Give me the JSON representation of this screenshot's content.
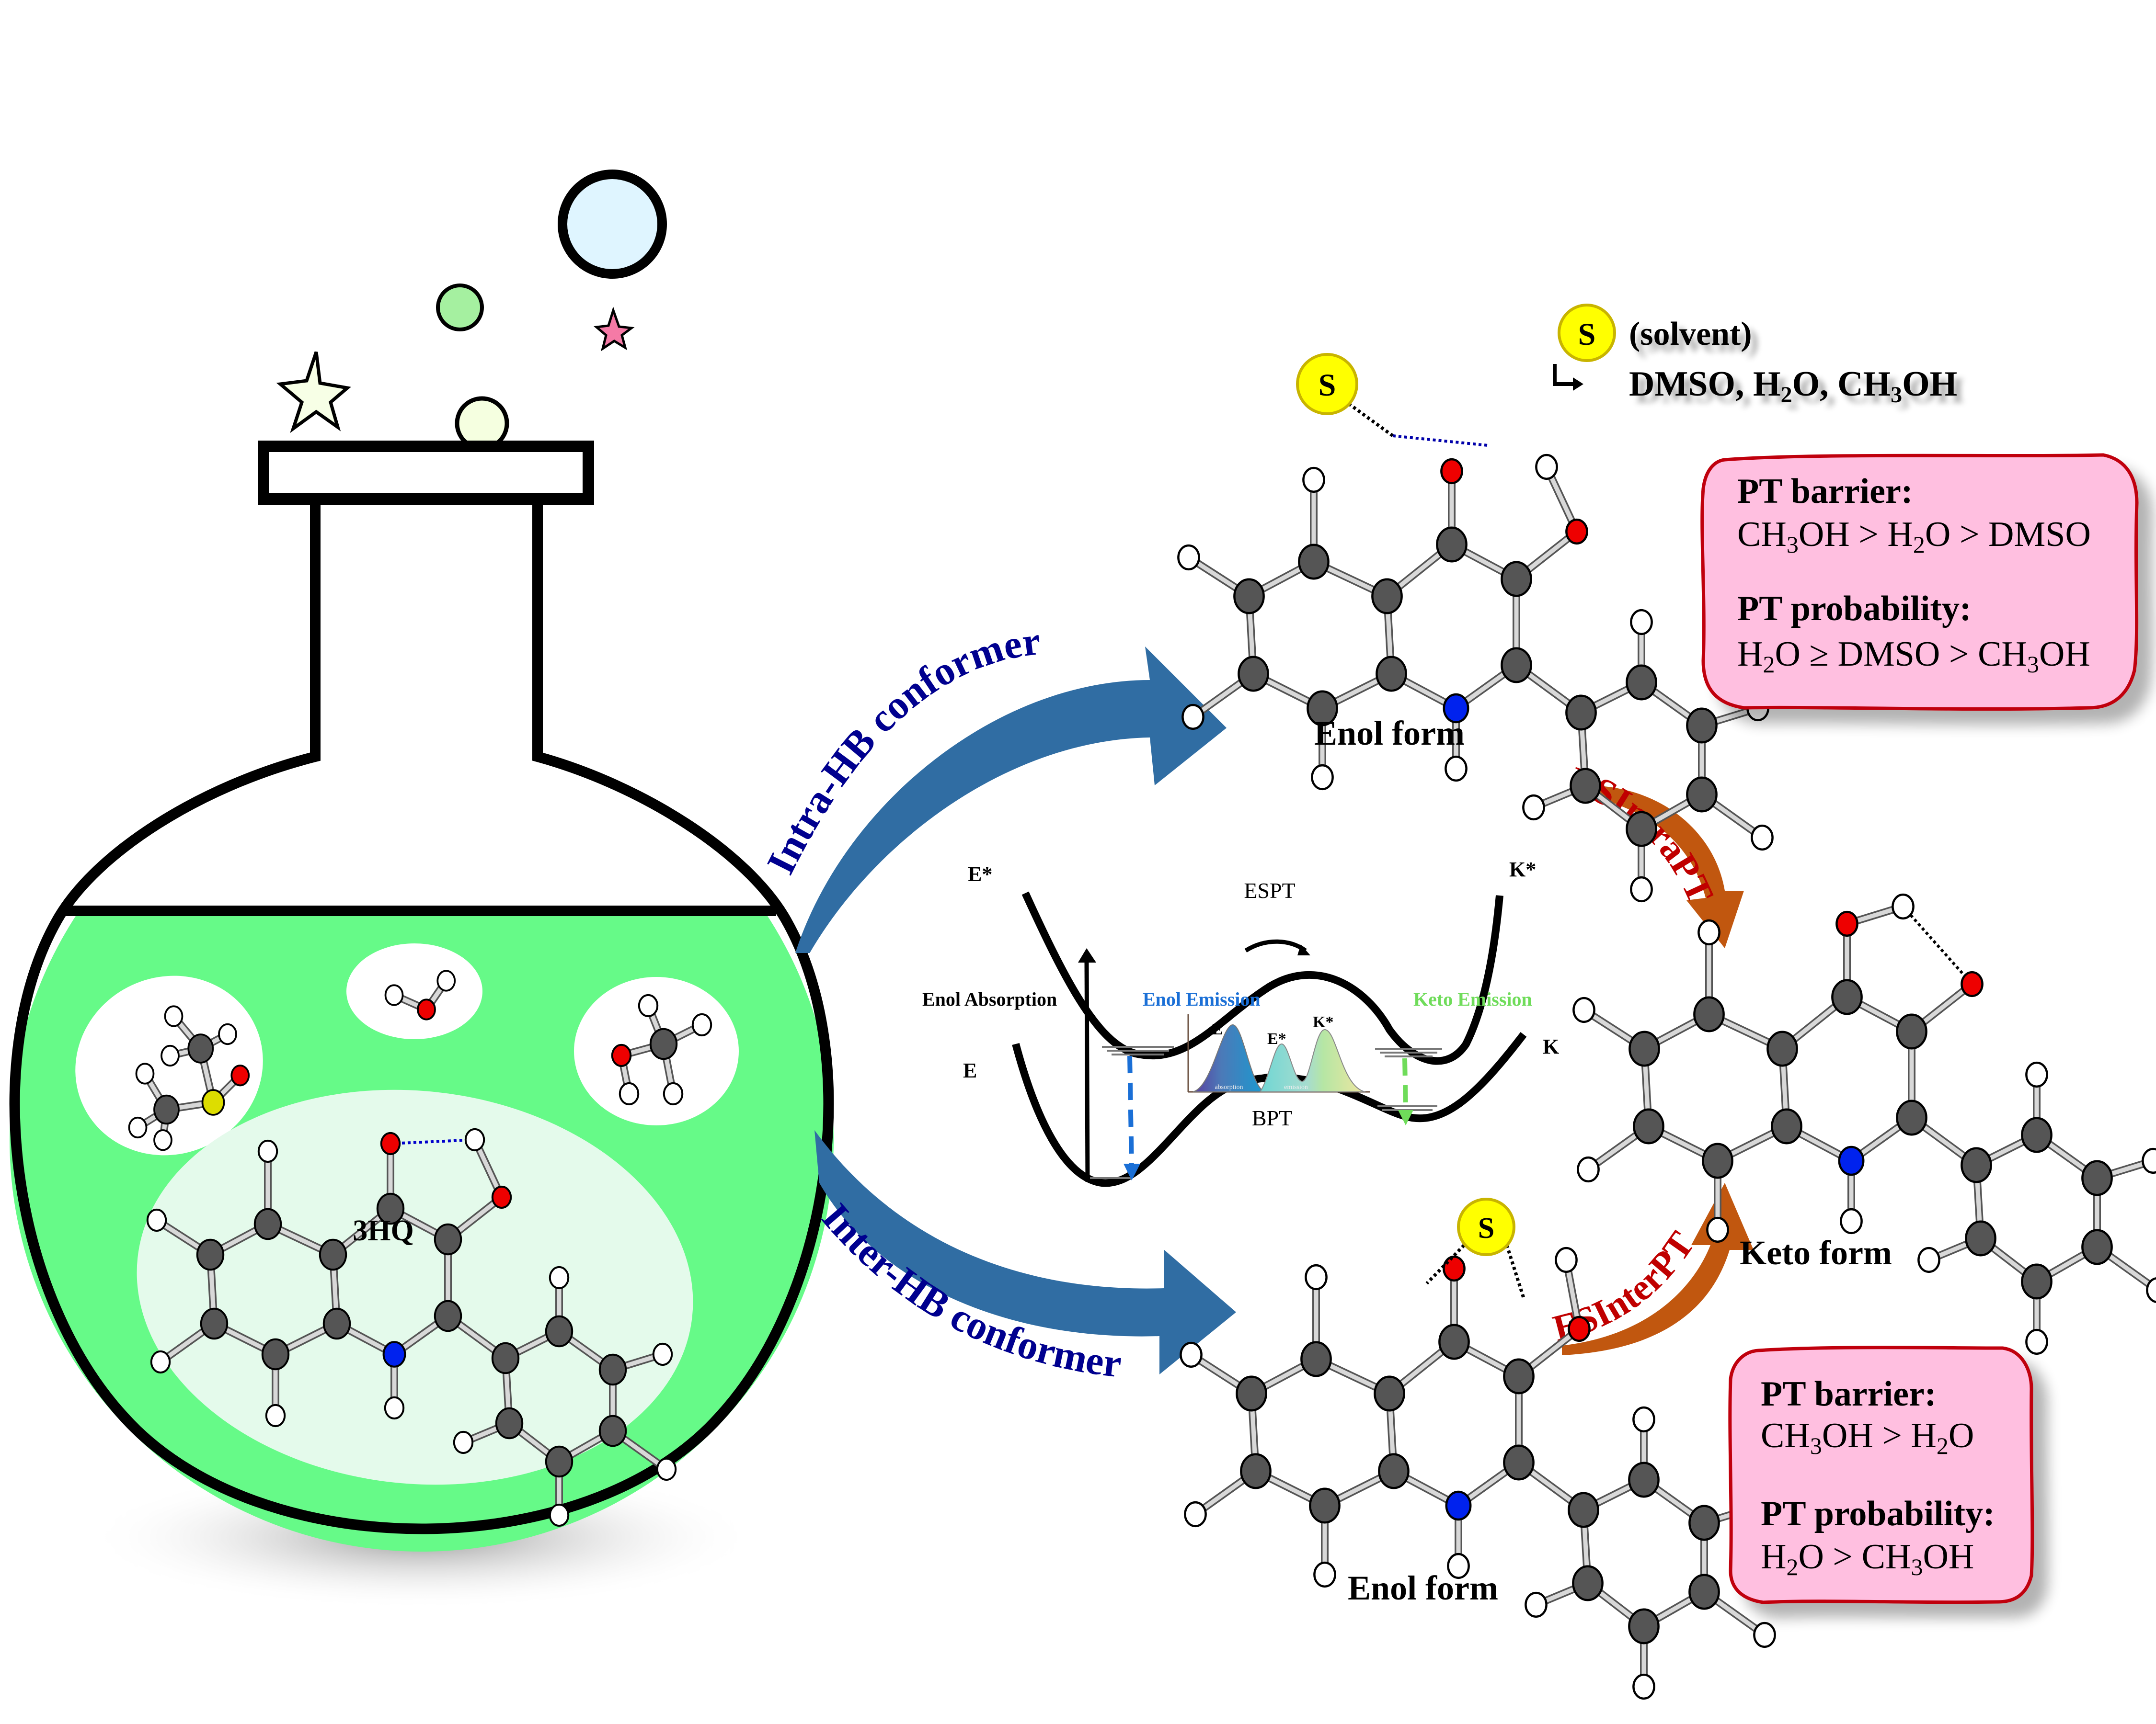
{
  "legend": {
    "solvent_symbol": "S",
    "solvent_label": "(solvent)",
    "solvent_list": [
      {
        "t": "DMSO, H"
      },
      {
        "sub": "2"
      },
      {
        "t": "O, CH"
      },
      {
        "sub": "3"
      },
      {
        "t": "OH"
      }
    ]
  },
  "flask": {
    "molecule_label": "3HQ",
    "solvent_molecules": [
      "DMSO",
      "H2O",
      "CH3OH"
    ]
  },
  "pathways": {
    "intra_label": "Intra-HB conformer",
    "inter_label": "Inter-HB conformer",
    "esintra_label": "ESIntraPT",
    "esinter_label": "ESInterPT"
  },
  "structures": {
    "enol_top_label": "Enol form",
    "enol_bottom_label": "Enol form",
    "keto_label": "Keto form",
    "solvent_symbol": "S"
  },
  "energy_diagram": {
    "excited_enol": "E*",
    "excited_keto": "K*",
    "ground_enol": "E",
    "ground_keto": "K",
    "espt": "ESPT",
    "bpt": "BPT",
    "enol_absorption": "Enol Absorption",
    "enol_emission": "Enol Emission",
    "keto_emission": "Keto Emission",
    "enol_emission_color": "#1a6fd6",
    "keto_emission_color": "#6fdc5a",
    "inset": {
      "peaks": [
        "E",
        "E*",
        "K*"
      ],
      "absorption_label": "absorption",
      "emission_label": "emission"
    }
  },
  "boxes": {
    "top": {
      "barrier_title": "PT barrier:",
      "barrier_text": [
        {
          "t": "CH"
        },
        {
          "sub": "3"
        },
        {
          "t": "OH > H"
        },
        {
          "sub": "2"
        },
        {
          "t": "O > DMSO"
        }
      ],
      "probability_title": "PT probability:",
      "probability_text": [
        {
          "t": "H"
        },
        {
          "sub": "2"
        },
        {
          "t": "O ≥ DMSO > CH"
        },
        {
          "sub": "3"
        },
        {
          "t": "OH"
        }
      ]
    },
    "bottom": {
      "barrier_title": "PT barrier:",
      "barrier_text": [
        {
          "t": "CH"
        },
        {
          "sub": "3"
        },
        {
          "t": "OH > H"
        },
        {
          "sub": "2"
        },
        {
          "t": "O"
        }
      ],
      "probability_title": "PT probability:",
      "probability_text": [
        {
          "t": "H"
        },
        {
          "sub": "2"
        },
        {
          "t": "O > CH"
        },
        {
          "sub": "3"
        },
        {
          "t": "OH"
        }
      ]
    }
  },
  "colors": {
    "liquid": "#66fa88",
    "liquid_inner": "#e4faeb",
    "arrow_blue": "#306da3",
    "arrow_orange": "#c1570f",
    "box_fill": "#ffbfe0",
    "box_stroke": "#c00010",
    "carbon": "#555555",
    "oxygen": "#ee0000",
    "nitrogen": "#0022ee",
    "hydrogen": "#ffffff",
    "sulfur": "#dddd00",
    "solvent_badge": "#ffff00"
  }
}
